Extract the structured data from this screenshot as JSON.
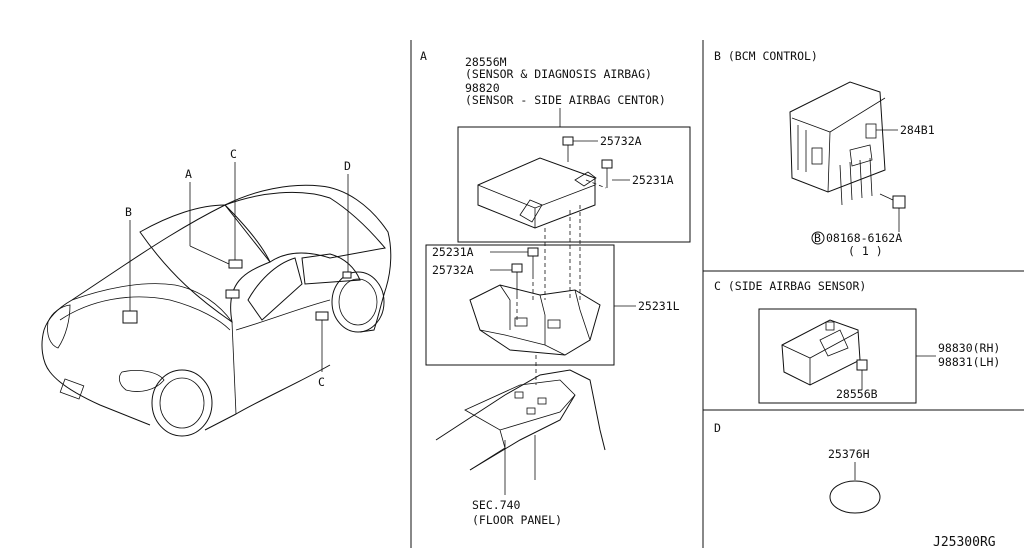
{
  "panel_a": {
    "letter": "A",
    "sensor_part": "28556M",
    "sensor_desc": "(SENSOR & DIAGNOSIS AIRBAG)",
    "side_part": "98820",
    "side_desc": "(SENSOR - SIDE AIRBAG CENTOR)",
    "screw_upper": "25732A",
    "bolt_upper": "25231A",
    "bolt_lower": "25231A",
    "screw_lower": "25732A",
    "bracket": "25231L",
    "sec_ref": "SEC.740",
    "floor_desc": "(FLOOR PANEL)"
  },
  "panel_b": {
    "title": "B (BCM CONTROL)",
    "bcm_part": "284B1",
    "bolt_circle": "B",
    "bolt_part": "08168-6162A",
    "bolt_qty": "( 1 )"
  },
  "panel_c": {
    "title": "C (SIDE AIRBAG SENSOR)",
    "part_rh": "98830(RH)",
    "part_lh": "98831(LH)",
    "clip": "28556B"
  },
  "panel_d": {
    "letter": "D",
    "pad_part": "25376H"
  },
  "car": {
    "callout_a": "A",
    "callout_b": "B",
    "callout_c_top": "C",
    "callout_c_bottom": "C",
    "callout_d": "D"
  },
  "diagram_code": "J25300RG"
}
